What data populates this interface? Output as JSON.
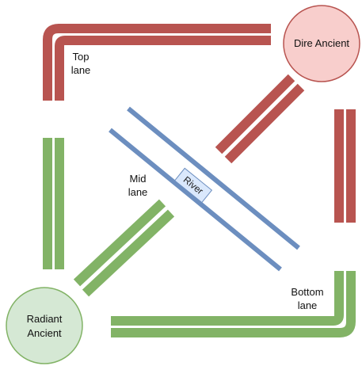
{
  "colors": {
    "dire": "#b85450",
    "dire_fill": "#f8cecc",
    "radiant": "#82b366",
    "radiant_fill": "#d5e8d4",
    "river": "#6c8ebf",
    "river_fill": "#dae8fc"
  },
  "bases": {
    "dire": "Dire Ancient",
    "radiant": [
      "Radiant",
      "Ancient"
    ]
  },
  "labels": {
    "top_lane": [
      "Top",
      "lane"
    ],
    "mid_lane": [
      "Mid",
      "lane"
    ],
    "bottom_lane": [
      "Bottom",
      "lane"
    ],
    "river": "River"
  }
}
